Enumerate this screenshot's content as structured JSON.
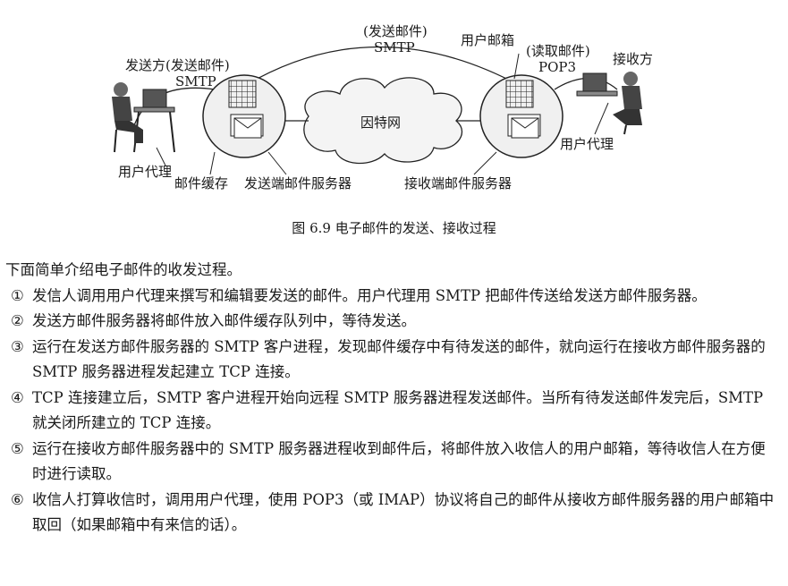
{
  "figure": {
    "labels": {
      "sender": "发送方(发送邮件)",
      "sender_protocol": "SMTP",
      "top_action": "(发送邮件)",
      "top_protocol": "SMTP",
      "mailbox": "用户邮箱",
      "read_action": "(读取邮件)",
      "read_protocol": "POP3",
      "receiver": "接收方",
      "internet": "因特网",
      "user_agent_left": "用户代理",
      "mail_cache": "邮件缓存",
      "sender_server": "发送端邮件服务器",
      "receiver_server": "接收端邮件服务器",
      "user_agent_right": "用户代理"
    },
    "caption": "图 6.9    电子邮件的发送、接收过程"
  },
  "text": {
    "intro": "下面简单介绍电子邮件的收发过程。",
    "steps": [
      {
        "num": "①",
        "text": "发信人调用用户代理来撰写和编辑要发送的邮件。用户代理用 SMTP 把邮件传送给发送方邮件服务器。"
      },
      {
        "num": "②",
        "text": "发送方邮件服务器将邮件放入邮件缓存队列中，等待发送。"
      },
      {
        "num": "③",
        "text": "运行在发送方邮件服务器的 SMTP 客户进程，发现邮件缓存中有待发送的邮件，就向运行在接收方邮件服务器的 SMTP 服务器进程发起建立 TCP 连接。"
      },
      {
        "num": "④",
        "text": "TCP 连接建立后，SMTP 客户进程开始向远程 SMTP 服务器进程发送邮件。当所有待发送邮件发完后，SMTP 就关闭所建立的 TCP 连接。"
      },
      {
        "num": "⑤",
        "text": "运行在接收方邮件服务器中的 SMTP 服务器进程收到邮件后，将邮件放入收信人的用户邮箱，等待收信人在方便时进行读取。"
      },
      {
        "num": "⑥",
        "text": "收信人打算收信时，调用用户代理，使用 POP3（或 IMAP）协议将自己的邮件从接收方邮件服务器的用户邮箱中取回（如果邮箱中有来信的话）。"
      }
    ]
  },
  "colors": {
    "ink": "#1a1a1a",
    "cloud_fill": "#f4f4f4",
    "circle_fill": "#f0f0f0"
  }
}
